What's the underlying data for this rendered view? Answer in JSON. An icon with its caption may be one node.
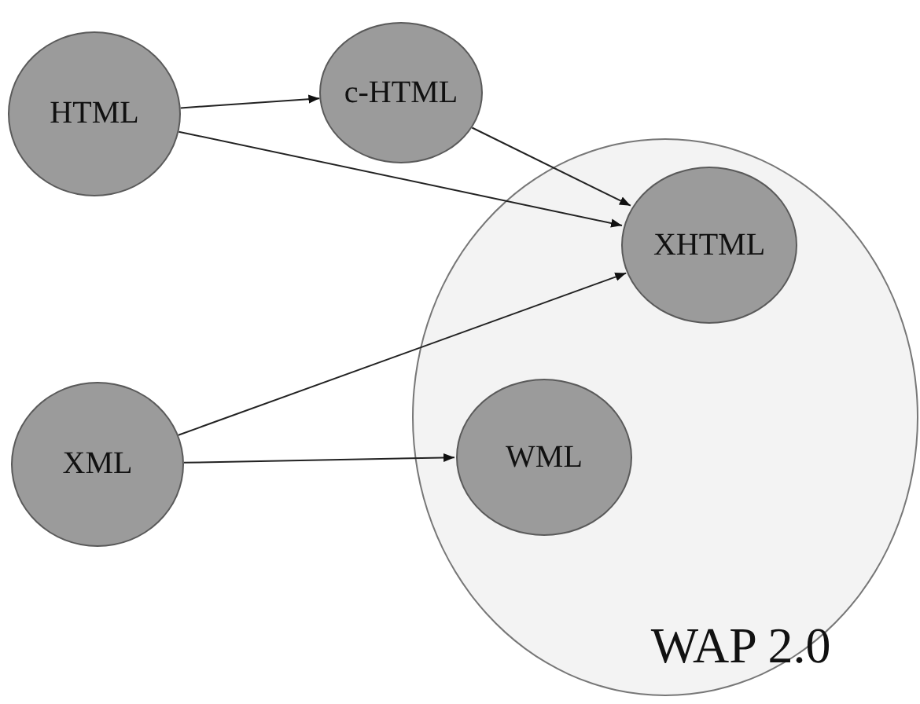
{
  "diagram": {
    "nodes": [
      {
        "text": [
          "WAP 2.0"
        ]
      },
      {
        "text": [
          "HTML"
        ]
      },
      {
        "text": [
          "c-HTML"
        ]
      },
      {
        "text": [
          "XHTML"
        ],
        "in": 0
      },
      {
        "text": [
          "XML"
        ]
      },
      {
        "text": [
          "WML"
        ],
        "in": 0
      }
    ],
    "edges": [
      {
        "from": 1,
        "to": 2,
        "arrow": "to"
      },
      {
        "from": 2,
        "to": 3,
        "arrow": "to"
      },
      {
        "from": 1,
        "to": 3,
        "arrow": "to"
      },
      {
        "from": 4,
        "to": 3,
        "arrow": "to"
      },
      {
        "from": 4,
        "to": 5,
        "arrow": "to"
      }
    ]
  }
}
